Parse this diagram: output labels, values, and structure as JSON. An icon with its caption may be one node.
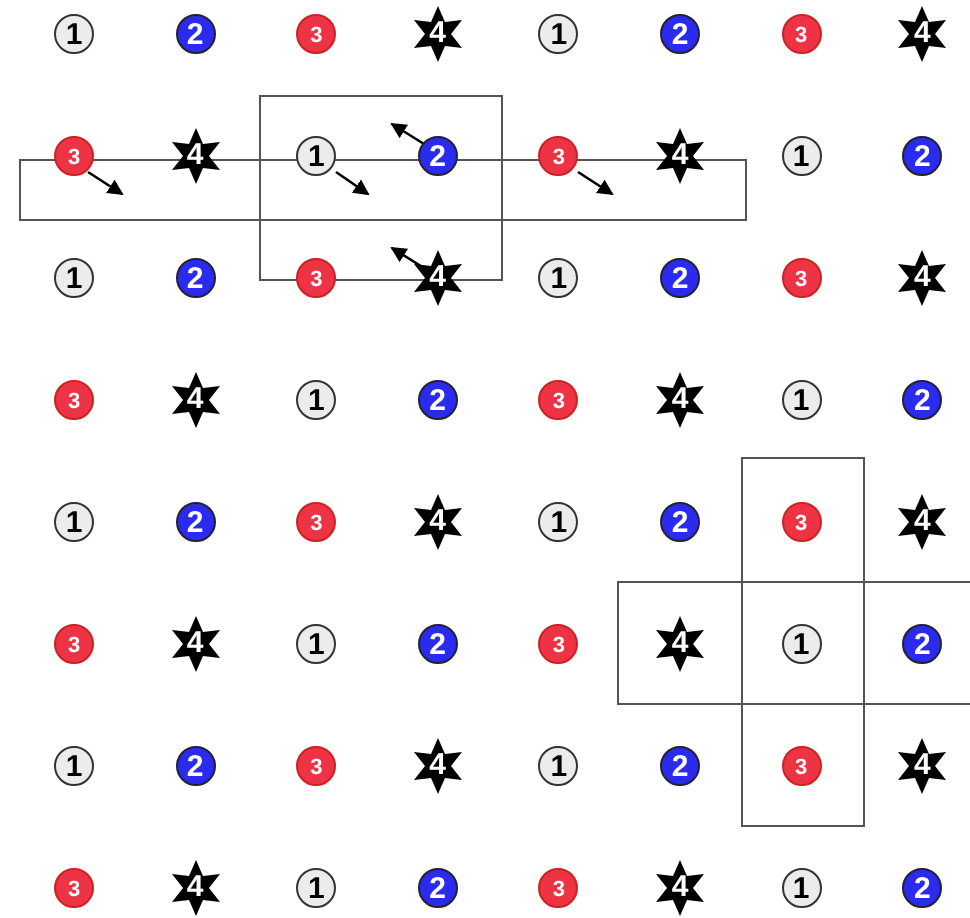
{
  "diagram": {
    "nodes": [
      {
        "text": [
          "1"
        ]
      },
      {
        "text": [
          "2"
        ]
      },
      {
        "text": [
          "3"
        ]
      },
      {
        "text": [
          "4"
        ]
      },
      {
        "text": [
          "1"
        ]
      },
      {
        "text": [
          "2"
        ]
      },
      {
        "text": [
          "3"
        ]
      },
      {
        "text": [
          "4"
        ]
      },
      {
        "text": [
          "3"
        ]
      },
      {
        "text": [
          "4"
        ]
      },
      {
        "text": [
          "1"
        ]
      },
      {
        "text": [
          "2"
        ]
      },
      {
        "text": [
          "3"
        ]
      },
      {
        "text": [
          "4"
        ]
      },
      {
        "text": [
          "1"
        ]
      },
      {
        "text": [
          "2"
        ]
      },
      {
        "text": [
          "1"
        ]
      },
      {
        "text": [
          "2"
        ]
      },
      {
        "text": [
          "3"
        ]
      },
      {
        "text": [
          "4"
        ]
      },
      {
        "text": [
          "1"
        ]
      },
      {
        "text": [
          "2"
        ]
      },
      {
        "text": [
          "3"
        ]
      },
      {
        "text": [
          "4"
        ]
      },
      {
        "text": [
          "3"
        ]
      },
      {
        "text": [
          "4"
        ]
      },
      {
        "text": [
          "1"
        ]
      },
      {
        "text": [
          "2"
        ]
      },
      {
        "text": [
          "3"
        ]
      },
      {
        "text": [
          "4"
        ]
      },
      {
        "text": [
          "1"
        ]
      },
      {
        "text": [
          "2"
        ]
      },
      {
        "text": [
          "1"
        ]
      },
      {
        "text": [
          "2"
        ]
      },
      {
        "text": [
          "3"
        ]
      },
      {
        "text": [
          "4"
        ]
      },
      {
        "text": [
          "1"
        ]
      },
      {
        "text": [
          "2"
        ]
      },
      {
        "text": [
          "3"
        ]
      },
      {
        "text": [
          "4"
        ]
      },
      {
        "text": [
          "3"
        ]
      },
      {
        "text": [
          "4"
        ]
      },
      {
        "text": [
          "1"
        ]
      },
      {
        "text": [
          "2"
        ]
      },
      {
        "text": [
          "3"
        ]
      },
      {
        "text": [
          "4"
        ]
      },
      {
        "text": [
          "1"
        ]
      },
      {
        "text": [
          "2"
        ]
      },
      {
        "text": [
          "1"
        ]
      },
      {
        "text": [
          "2"
        ]
      },
      {
        "text": [
          "3"
        ]
      },
      {
        "text": [
          "4"
        ]
      },
      {
        "text": [
          "1"
        ]
      },
      {
        "text": [
          "2"
        ]
      },
      {
        "text": [
          "3"
        ]
      },
      {
        "text": [
          "4"
        ]
      },
      {
        "text": [
          "3"
        ]
      },
      {
        "text": [
          "4"
        ]
      },
      {
        "text": [
          "1"
        ]
      },
      {
        "text": [
          "2"
        ]
      },
      {
        "text": [
          "3"
        ]
      },
      {
        "text": [
          "4"
        ]
      },
      {
        "text": [
          "1"
        ]
      },
      {
        "text": [
          "2"
        ]
      }
    ]
  }
}
